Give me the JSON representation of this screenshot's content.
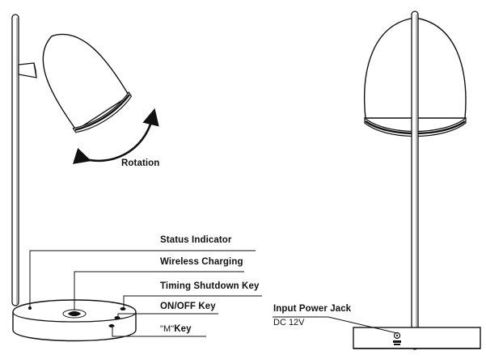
{
  "labels": {
    "rotation": "Rotation",
    "status_indicator": "Status Indicator",
    "wireless_charging": "Wireless Charging",
    "timing_shutdown_key": "Timing Shutdown Key",
    "on_off_key": "ON/OFF Key",
    "m_key_quote": "\"M\"",
    "m_key_word": "Key",
    "input_power_jack": "Input Power Jack",
    "dc_rating": "DC 12V"
  },
  "colors": {
    "line": "#111111",
    "background": "#ffffff"
  }
}
